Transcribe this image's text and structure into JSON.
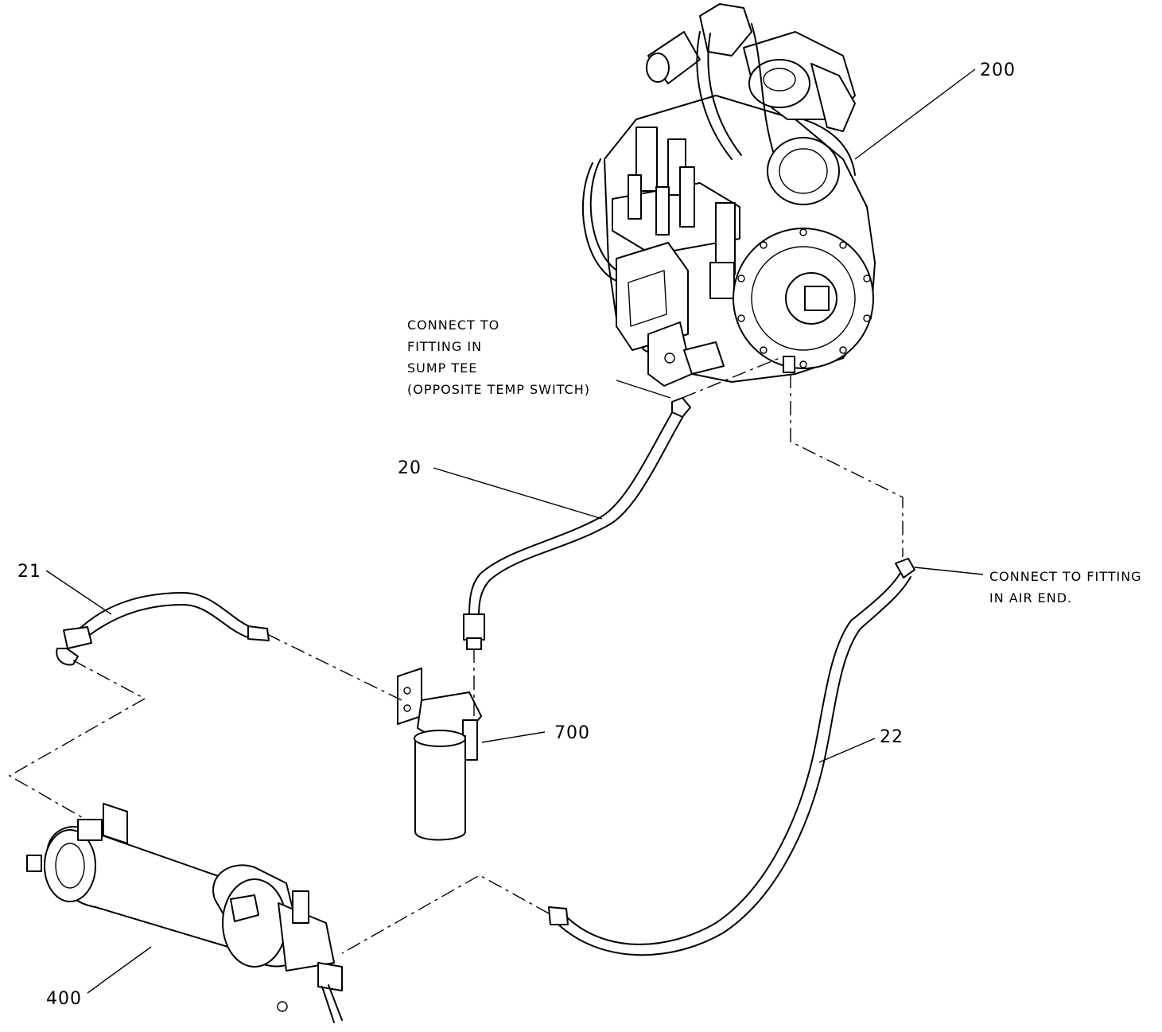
{
  "callouts": {
    "c200": "200",
    "c20": "20",
    "c21": "21",
    "c22": "22",
    "c400": "400",
    "c700": "700"
  },
  "notes": {
    "sump_tee": [
      "CONNECT TO",
      "FITTING IN",
      "SUMP TEE",
      "(OPPOSITE TEMP SWITCH)"
    ],
    "air_end": [
      "CONNECT TO FITTING",
      "IN AIR END."
    ]
  }
}
